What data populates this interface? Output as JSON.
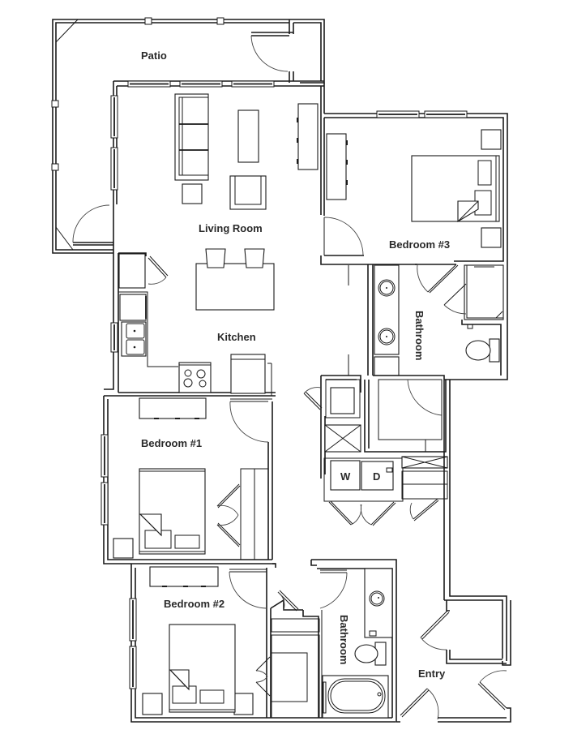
{
  "floor_plan": {
    "rooms": [
      {
        "id": "patio",
        "label": "Patio"
      },
      {
        "id": "living-room",
        "label": "Living Room"
      },
      {
        "id": "kitchen",
        "label": "Kitchen"
      },
      {
        "id": "bedroom-1",
        "label": "Bedroom #1"
      },
      {
        "id": "bedroom-2",
        "label": "Bedroom #2"
      },
      {
        "id": "bedroom-3",
        "label": "Bedroom #3"
      },
      {
        "id": "bathroom-master",
        "label": "Bathroom"
      },
      {
        "id": "bathroom-hall",
        "label": "Bathroom"
      },
      {
        "id": "entry",
        "label": "Entry"
      }
    ],
    "appliances": {
      "washer": "W",
      "dryer": "D"
    },
    "colors": {
      "line": "#1a1a1a",
      "background": "#ffffff",
      "label": "#2a2a2a"
    }
  }
}
